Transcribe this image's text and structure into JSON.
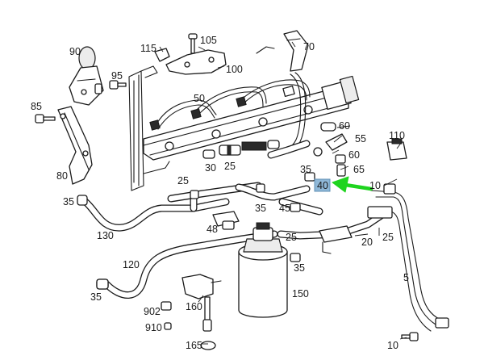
{
  "colors": {
    "line": "#1a1a1a",
    "highlight": "#8fb8d8",
    "arrow": "#1fd41f",
    "background": "#ffffff"
  },
  "labels": {
    "p5": "5",
    "p10a": "10",
    "p10b": "10",
    "p25a": "25",
    "p25b": "25",
    "p25c": "25",
    "p25d": "25",
    "p30": "30",
    "p35a": "35",
    "p35b": "35",
    "p35c": "35",
    "p35d": "35",
    "p35e": "35",
    "p40": "40",
    "p45": "45",
    "p48": "48",
    "p50": "50",
    "p55": "55",
    "p60a": "60",
    "p60b": "60",
    "p65": "65",
    "p70": "70",
    "p80": "80",
    "p85": "85",
    "p90": "90",
    "p95": "95",
    "p100": "100",
    "p105": "105",
    "p110": "110",
    "p115": "115",
    "p120": "120",
    "p130": "130",
    "p150": "150",
    "p160": "160",
    "p165": "165",
    "p20": "20",
    "p902": "902",
    "p910": "910"
  },
  "highlighted_part": "40",
  "icons": {
    "pointer": "green-arrow-icon"
  }
}
